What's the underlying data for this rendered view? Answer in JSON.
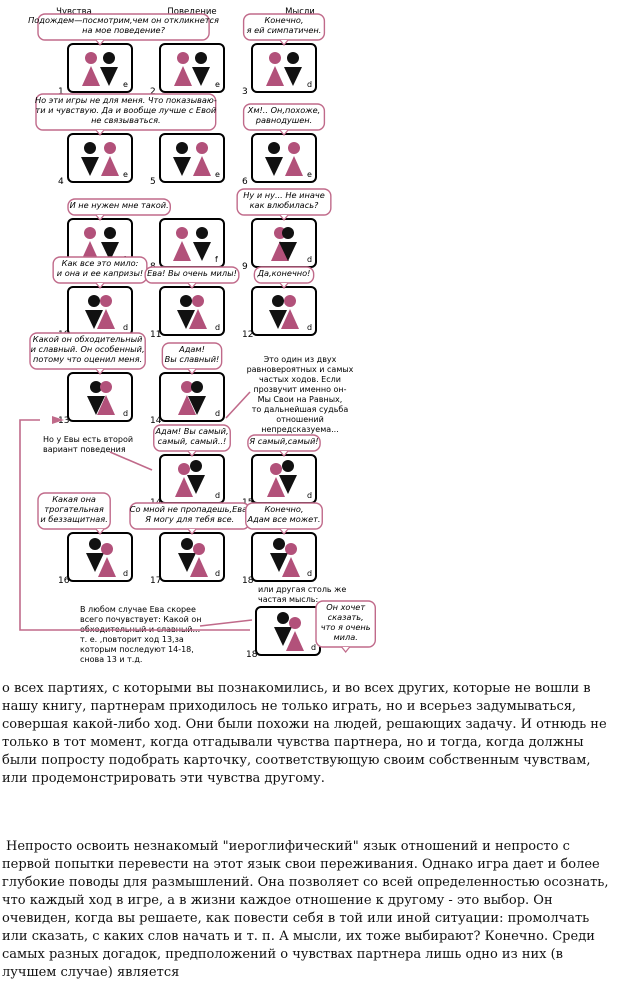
{
  "headers": [
    "Чувства",
    "Поведение",
    "Мысли"
  ],
  "colors": {
    "pink": "#b2517a",
    "dark": "#111111",
    "bubble_border": "#c06a8a",
    "arrow": "#c06a8a"
  },
  "rows": [
    [
      {
        "num": "1",
        "text": [
          "Подождем—посмотрим,чем он откликнется",
          "на мое поведение?"
        ],
        "letter": "e"
      },
      {
        "num": "2",
        "text": [],
        "letter": "e"
      },
      {
        "num": "3",
        "text": [
          "Конечно,",
          "я ей симпатичен."
        ],
        "letter": "d"
      }
    ],
    [
      {
        "num": "4",
        "text": [
          "Но эти игры не для меня. Что показываю-",
          "ти и чувствую. Да и вообще лучше с Евой",
          "не связываться."
        ],
        "letter": "e"
      },
      {
        "num": "5",
        "text": [],
        "letter": "e"
      },
      {
        "num": "6",
        "text": [
          "Хм!.. Он,похоже,",
          "равнодушен."
        ],
        "letter": "e"
      }
    ],
    [
      {
        "num": "7",
        "text": [
          "И не нужен мне такой."
        ],
        "letter": "f"
      },
      {
        "num": "8",
        "text": [],
        "letter": "f"
      },
      {
        "num": "9",
        "text": [
          "Ну и ну... Не иначе",
          "как влюбилась?"
        ],
        "letter": "d"
      }
    ],
    [
      {
        "num": "10",
        "text": [
          "Как все это мило:",
          "и она и ее капризы!"
        ],
        "letter": "d"
      },
      {
        "num": "11",
        "text": [
          "Ева! Вы очень милы!"
        ],
        "letter": "d"
      },
      {
        "num": "12",
        "text": [
          "Да,конечно!"
        ],
        "letter": "d"
      }
    ],
    [
      {
        "num": "13",
        "text": [
          "Какой он обходительный",
          "и славный. Он особенный,",
          "потому что оценил меня."
        ],
        "letter": "d"
      },
      {
        "num": "14",
        "text": [
          "Адам!",
          "Вы славный!"
        ],
        "letter": "d"
      },
      null
    ],
    [
      null,
      {
        "num": "14",
        "text": [
          "Адам! Вы самый,",
          "самый, самый..!"
        ],
        "letter": "d"
      },
      {
        "num": "15",
        "text": [
          "Я самый,самый!"
        ],
        "letter": "d"
      }
    ],
    [
      {
        "num": "16",
        "text": [
          "Какая она",
          "трогательная",
          "и беззащитная."
        ],
        "letter": "d"
      },
      {
        "num": "17",
        "text": [
          "Со мной не пропадешь,Ева.",
          "Я могу для тебя все."
        ],
        "letter": "d"
      },
      {
        "num": "18",
        "text": [
          "Конечно,",
          "Адам все может."
        ],
        "letter": "d"
      }
    ],
    [
      null,
      null,
      {
        "num": "18",
        "text": [
          "Он хочет",
          "сказать,",
          "что я очень",
          "мила."
        ],
        "letter": "d"
      }
    ]
  ],
  "notes": {
    "side_note": [
      "Это один из двух",
      "равновероятных и самых",
      "частых ходов. Если",
      "прозвучит именно он-",
      "Мы Свои на Равных,",
      "то дальнейшая судьба",
      "отношений",
      "непредсказуема..."
    ],
    "second_variant": [
      "Но у Евы есть второй",
      "вариант поведения"
    ],
    "other_thought": [
      "или другая столь же",
      "частая мысль:"
    ],
    "loop_note": [
      "В любом случае Ева скорее",
      "всего почувствует: Какой он",
      "обходительный и славный...",
      "т. е. ,повторит ход 13,за",
      "которым последуют 14-18,",
      "снова 13 и т.д."
    ]
  },
  "paragraphs": [
    "о всех партиях, с которыми вы познакомились, и во всех других, которые не вошли в нашу книгу, партнерам приходилось не только играть, но и всерьез задумываться, совершая какой-либо ход. Они были похожи на людей, решающих задачу. И отнюдь не только в тот момент, когда отгадывали чувства партнера, но и тогда, когда должны были попросту подобрать карточку, соответствующую своим собственным чувствам, или продемонстрировать эти чувства другому.",
    "Непросто освоить незнакомый \"иероглифический\" язык отношений и непросто с первой попытки перевести на этот язык свои переживания. Однако игра дает и более глубокие поводы для размышлений. Она позволяет со всей определенностью осознать, что каждый ход в игре, а в жизни каждое отношение к другому - это выбор. Он очевиден, когда вы решаете, как повести себя в той или иной ситуации: промолчать или сказать, с каких слов начать и т. п. А мысли, их тоже выбирают? Конечно. Среди самых разных догадок, предположений о чувствах партнера лишь одно из них (в лучшем случае) является"
  ]
}
